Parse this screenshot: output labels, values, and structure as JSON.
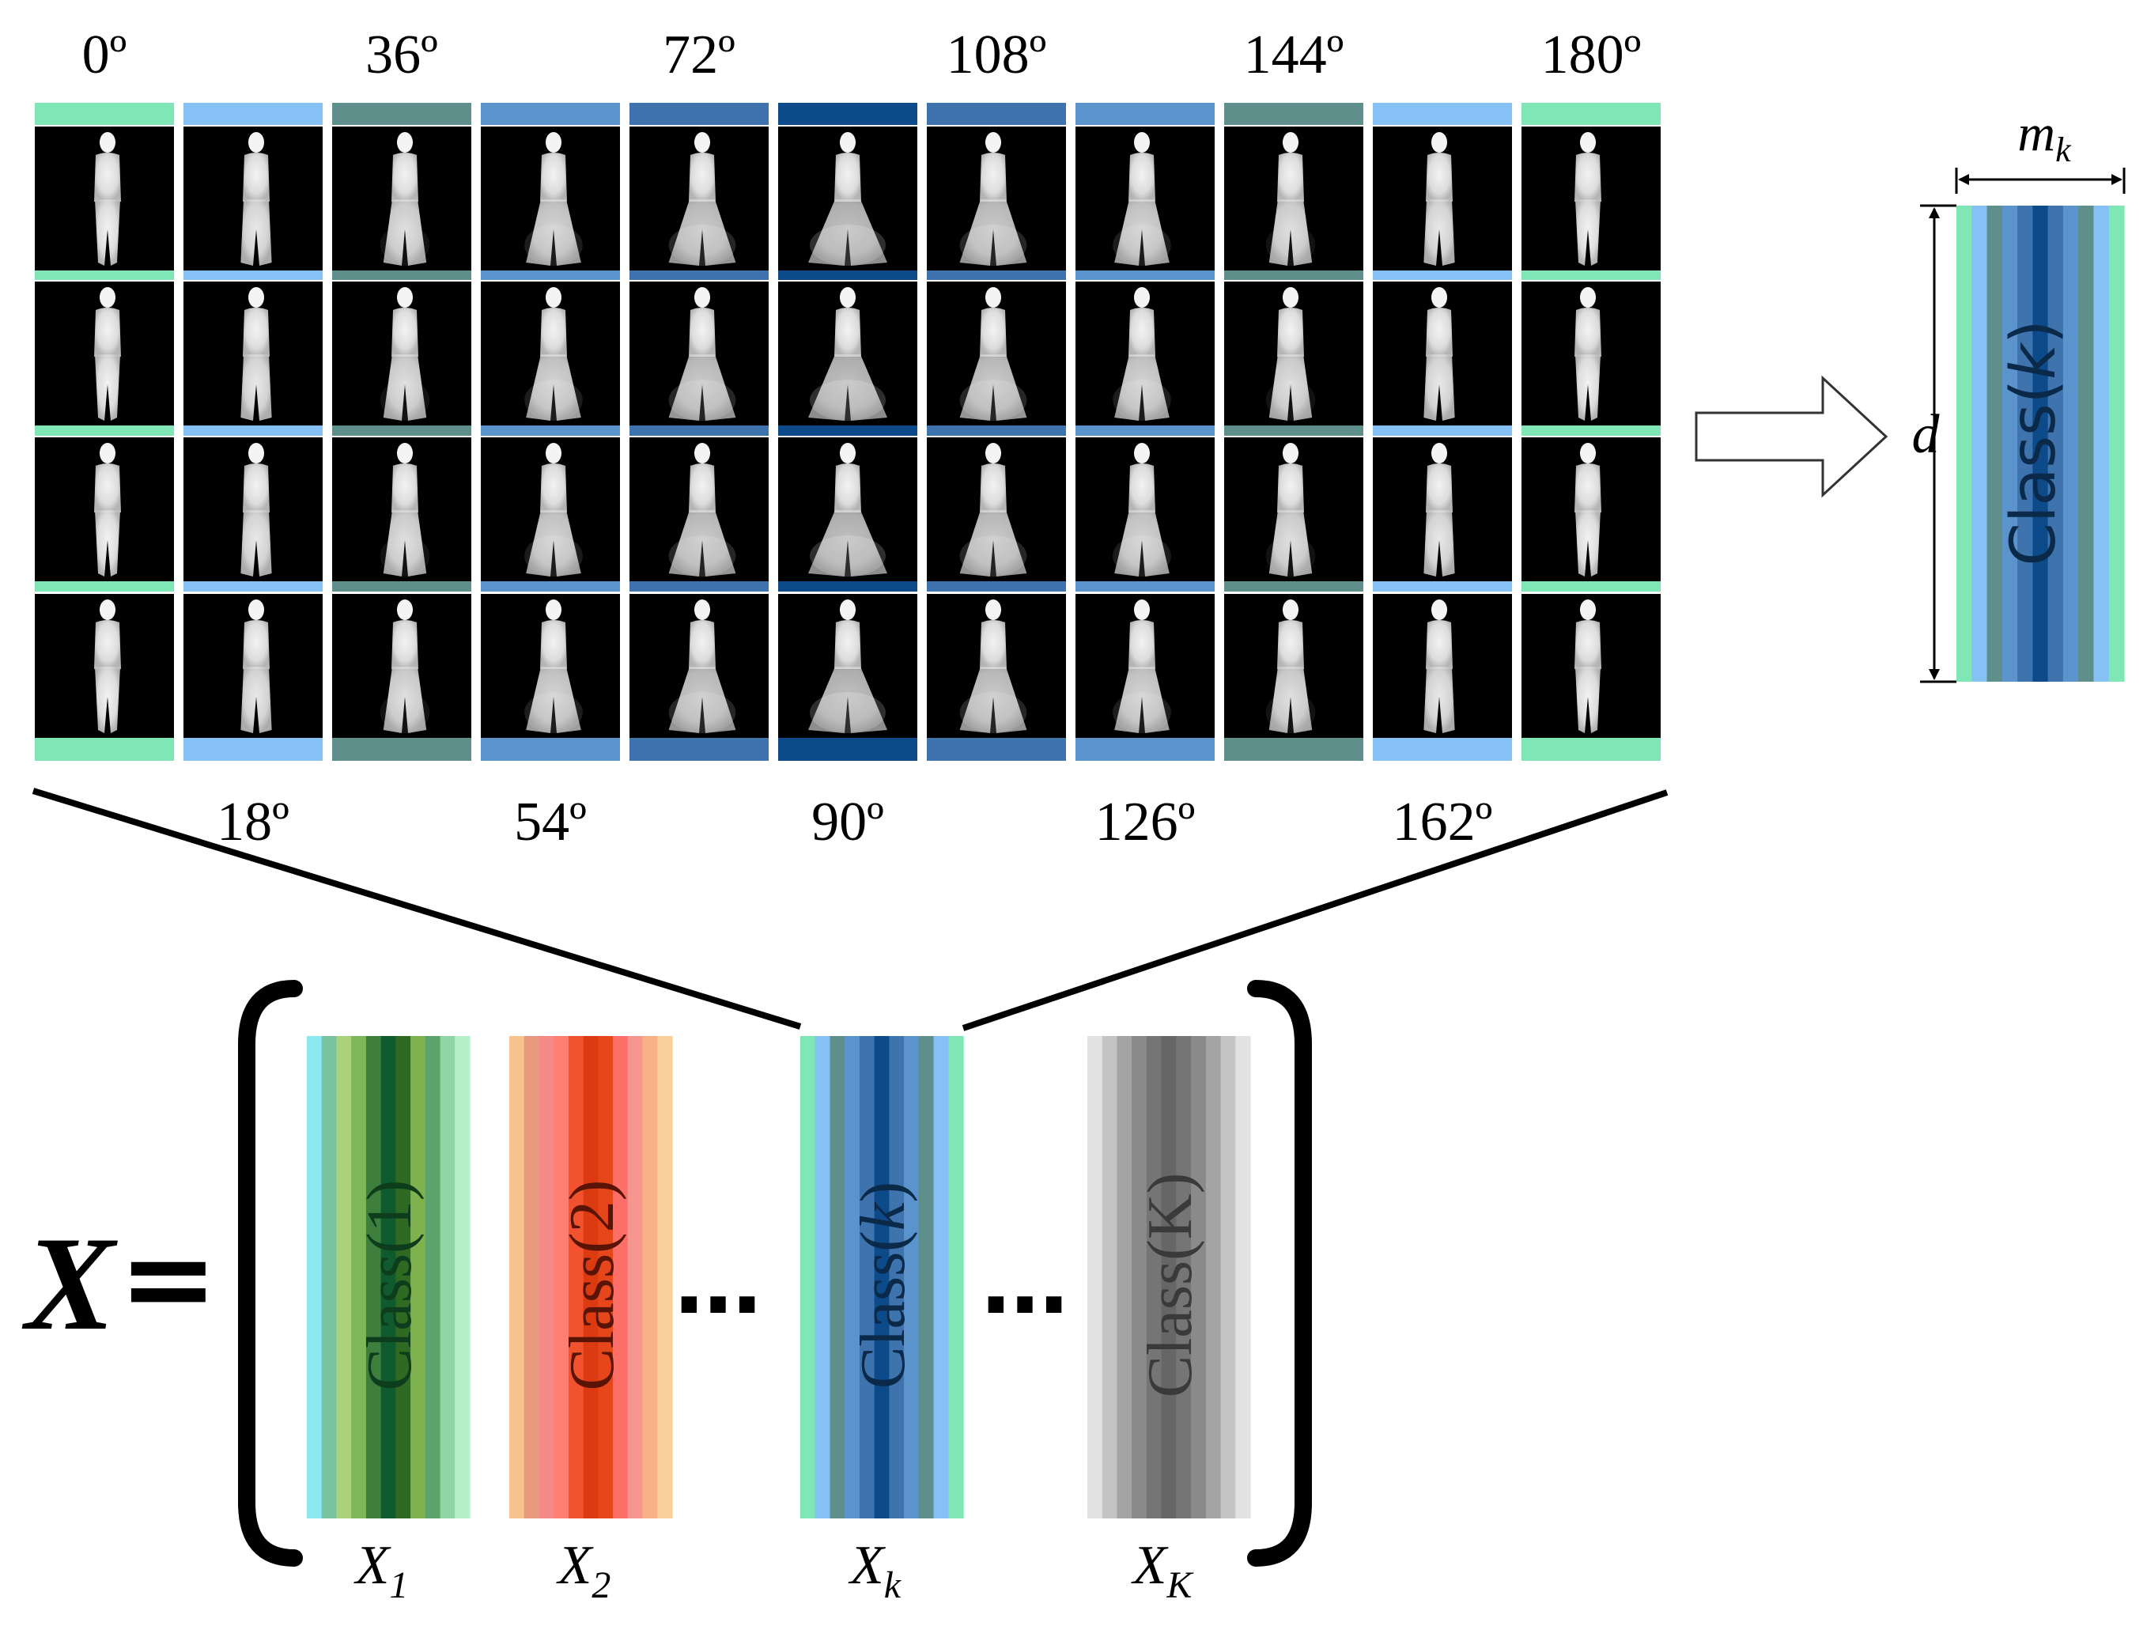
{
  "angles_top": [
    "0º",
    "36º",
    "72º",
    "108º",
    "144º",
    "180º"
  ],
  "angles_bottom": [
    "18º",
    "54º",
    "90º",
    "126º",
    "162º"
  ],
  "view_colors": [
    "#7fe6b5",
    "#85c1f4",
    "#5e8f8a",
    "#5b93cc",
    "#3f73ad",
    "#0c4a8a",
    "#3f73ad",
    "#5b93cc",
    "#5e8f8a",
    "#85c1f4",
    "#7fe6b5"
  ],
  "gait_rows": 4,
  "detail": {
    "class_label": "Class(",
    "class_var": "k",
    "class_close": ")",
    "width_label_main": "m",
    "width_label_sub": "k",
    "height_label": "d"
  },
  "equation": {
    "lhs": "X",
    "equals": "="
  },
  "classes": [
    {
      "label": "Class(1)",
      "var_main": "X",
      "var_sub": "1",
      "stripes": [
        "#8ee8f0",
        "#78c2a0",
        "#a9d27a",
        "#7eb65a",
        "#3f7f3d",
        "#0f5a2e",
        "#2f6a22",
        "#7fb24e",
        "#5aa36b",
        "#8ed6a4",
        "#b6f0c8"
      ]
    },
    {
      "label": "Class(2)",
      "var_main": "X",
      "var_sub": "2",
      "stripes": [
        "#f6c48c",
        "#e79a7e",
        "#f48a86",
        "#ff7f73",
        "#f2532e",
        "#dc3b12",
        "#e6471a",
        "#ff6f6a",
        "#f5968f",
        "#f7b184",
        "#f9cf9a"
      ]
    },
    {
      "label": "Class(",
      "label_var": "k",
      "label_close": ")",
      "var_main": "X",
      "var_sub": "k",
      "stripes": [
        "#7fe6b5",
        "#85c1f4",
        "#5e8f8a",
        "#5b93cc",
        "#3f73ad",
        "#0c4a8a",
        "#3f73ad",
        "#5b93cc",
        "#5e8f8a",
        "#85c1f4",
        "#7fe6b5"
      ]
    },
    {
      "label": "Class(K)",
      "var_main": "X",
      "var_sub": "K",
      "stripes": [
        "#e2e2e2",
        "#c4c4c4",
        "#a4a4a4",
        "#8a8a8a",
        "#757575",
        "#666666",
        "#757575",
        "#8a8a8a",
        "#a4a4a4",
        "#c4c4c4",
        "#e2e2e2"
      ]
    }
  ],
  "ellipsis": "…"
}
